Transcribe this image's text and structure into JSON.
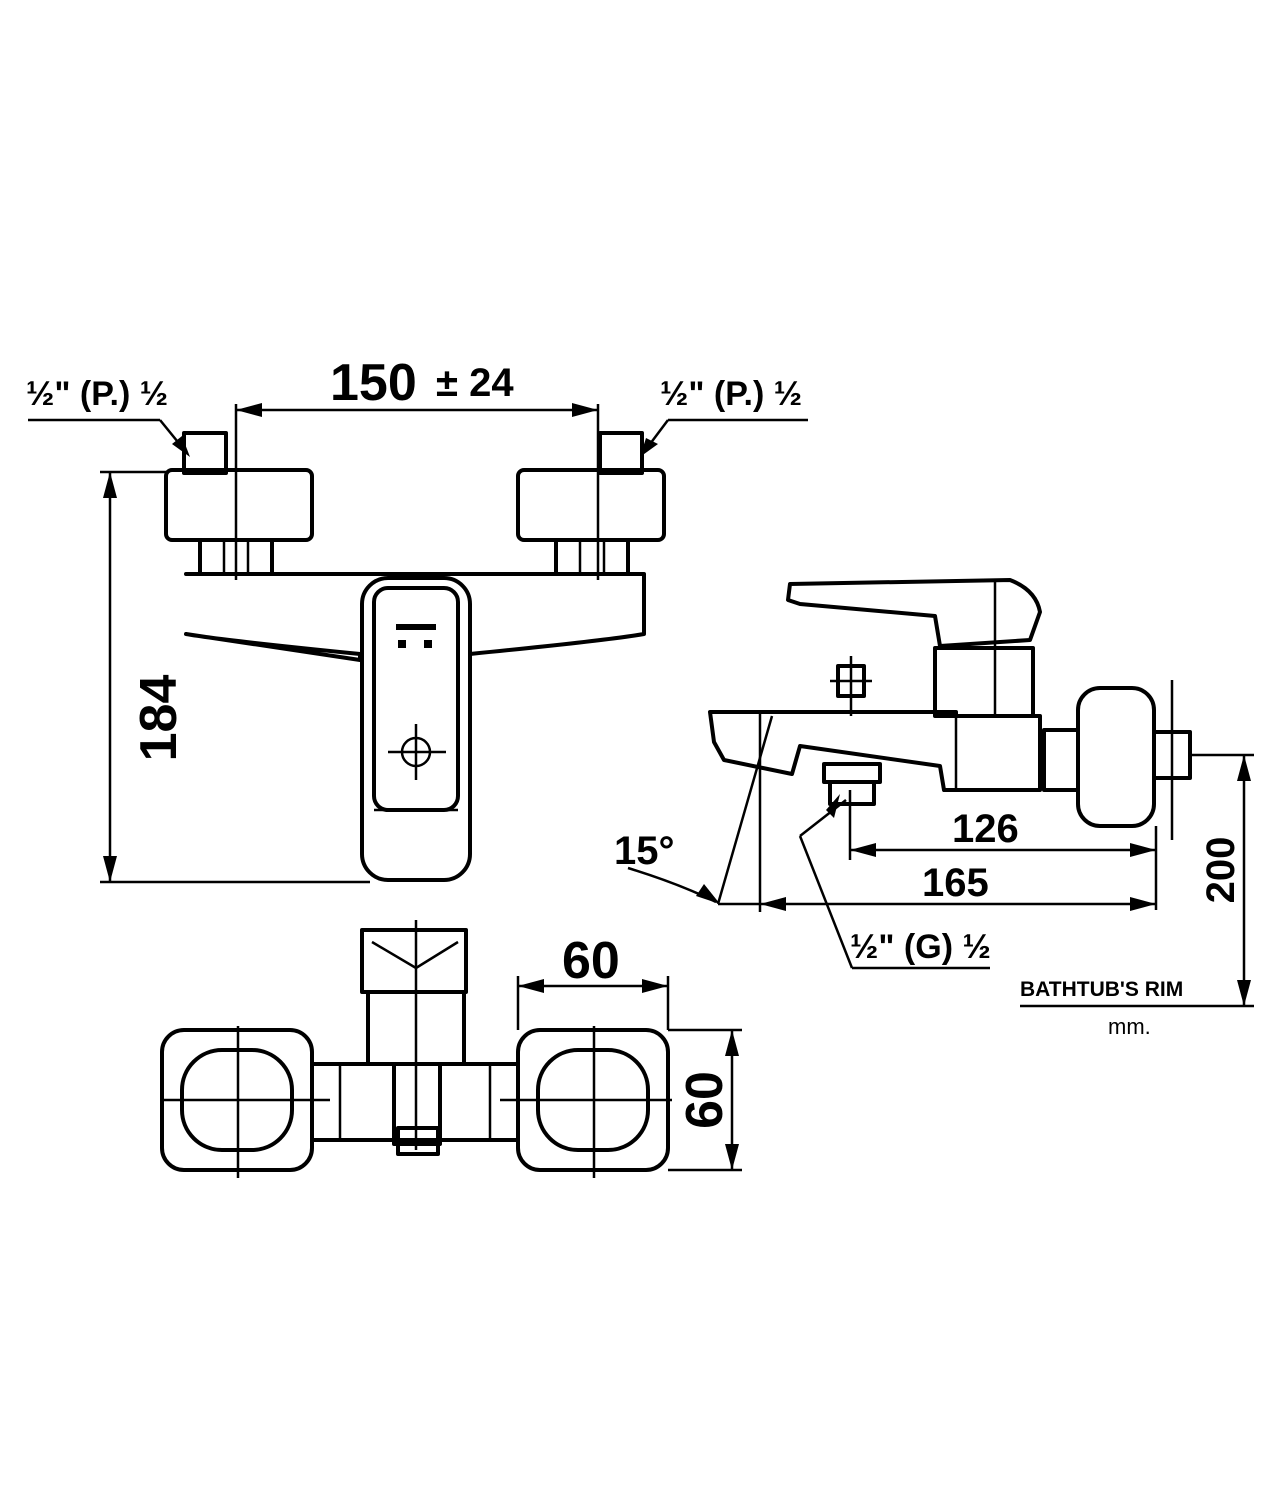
{
  "front_view": {
    "dim_centers": "150",
    "dim_tolerance": "± 24",
    "dim_height": "184",
    "thread_left": "½\" (P.) ½",
    "thread_right": "½\" (P.) ½"
  },
  "top_view": {
    "dim_body_width": "60",
    "dim_body_depth": "60"
  },
  "side_view": {
    "dim_spout_126": "126",
    "dim_spout_165": "165",
    "dim_height_200": "200",
    "angle": "15°",
    "thread_outlet": "½\" (G) ½",
    "rim_label": "BATHTUB'S RIM",
    "unit_label": "mm."
  }
}
